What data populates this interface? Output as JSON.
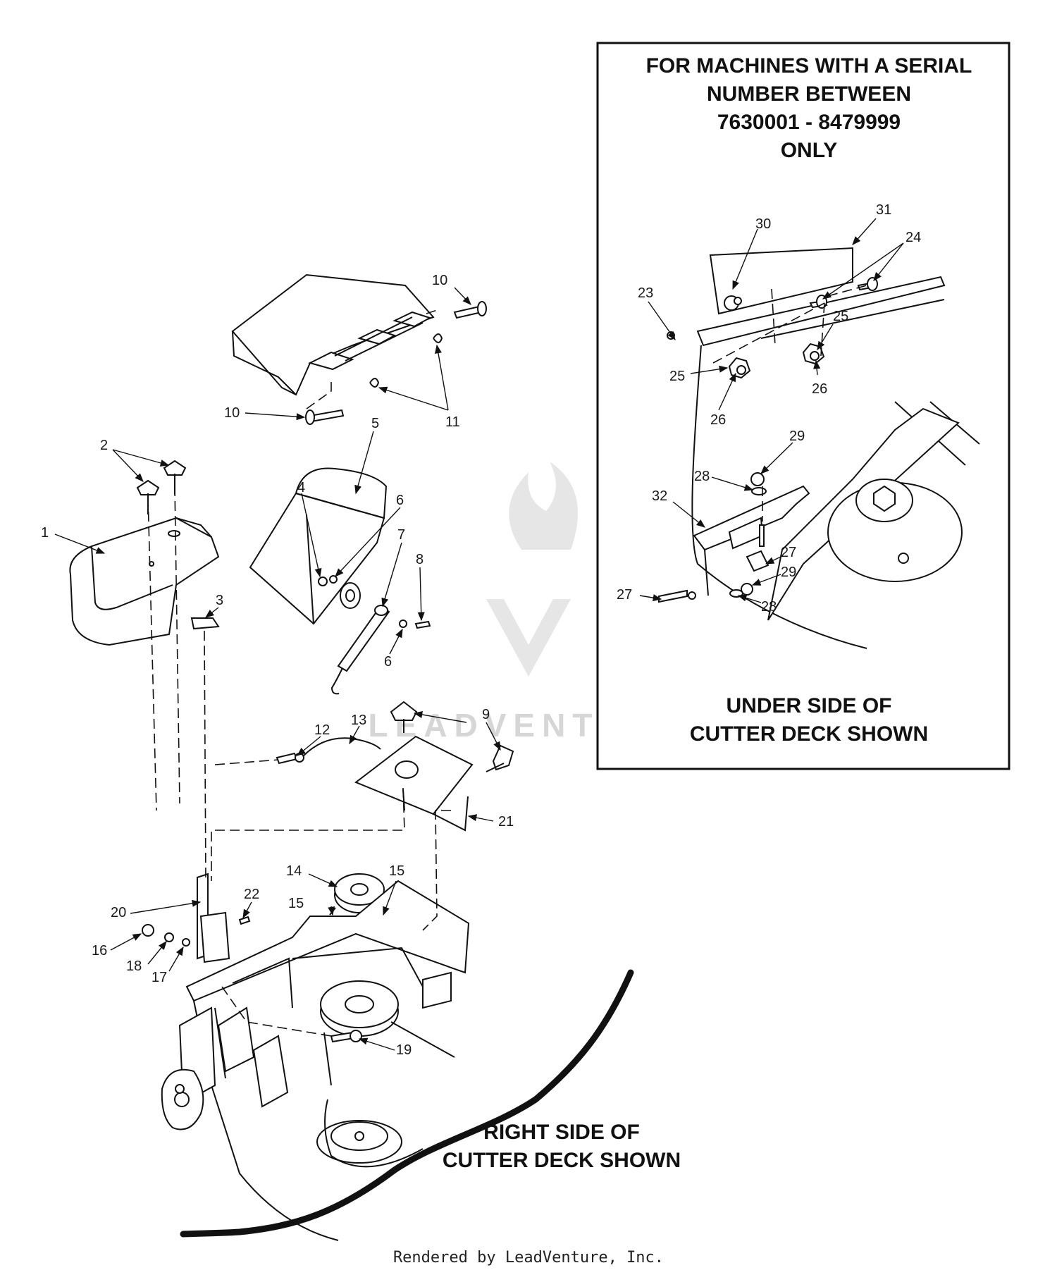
{
  "inset": {
    "title_lines": [
      "FOR MACHINES WITH A SERIAL",
      "NUMBER BETWEEN",
      "7630001 - 8479999",
      "ONLY"
    ],
    "caption_lines": [
      "UNDER SIDE OF",
      "CUTTER DECK SHOWN"
    ]
  },
  "main": {
    "caption_lines": [
      "RIGHT SIDE OF",
      "CUTTER DECK SHOWN"
    ]
  },
  "watermark": "LEADVENTURE",
  "footer": "Rendered by LeadVenture, Inc.",
  "callouts": {
    "c1": "1",
    "c2": "2",
    "c3": "3",
    "c4": "4",
    "c5": "5",
    "c6a": "6",
    "c6b": "6",
    "c7": "7",
    "c8": "8",
    "c9": "9",
    "c10a": "10",
    "c10b": "10",
    "c11": "11",
    "c12": "12",
    "c13": "13",
    "c14": "14",
    "c15a": "15",
    "c15b": "15",
    "c16": "16",
    "c17": "17",
    "c18": "18",
    "c19": "19",
    "c20": "20",
    "c21": "21",
    "c22": "22",
    "c23": "23",
    "c24": "24",
    "c25a": "25",
    "c25b": "25",
    "c26a": "26",
    "c26b": "26",
    "c27a": "27",
    "c27b": "27",
    "c28a": "28",
    "c28b": "28",
    "c29a": "29",
    "c29b": "29",
    "c30": "30",
    "c31": "31",
    "c32": "32"
  }
}
